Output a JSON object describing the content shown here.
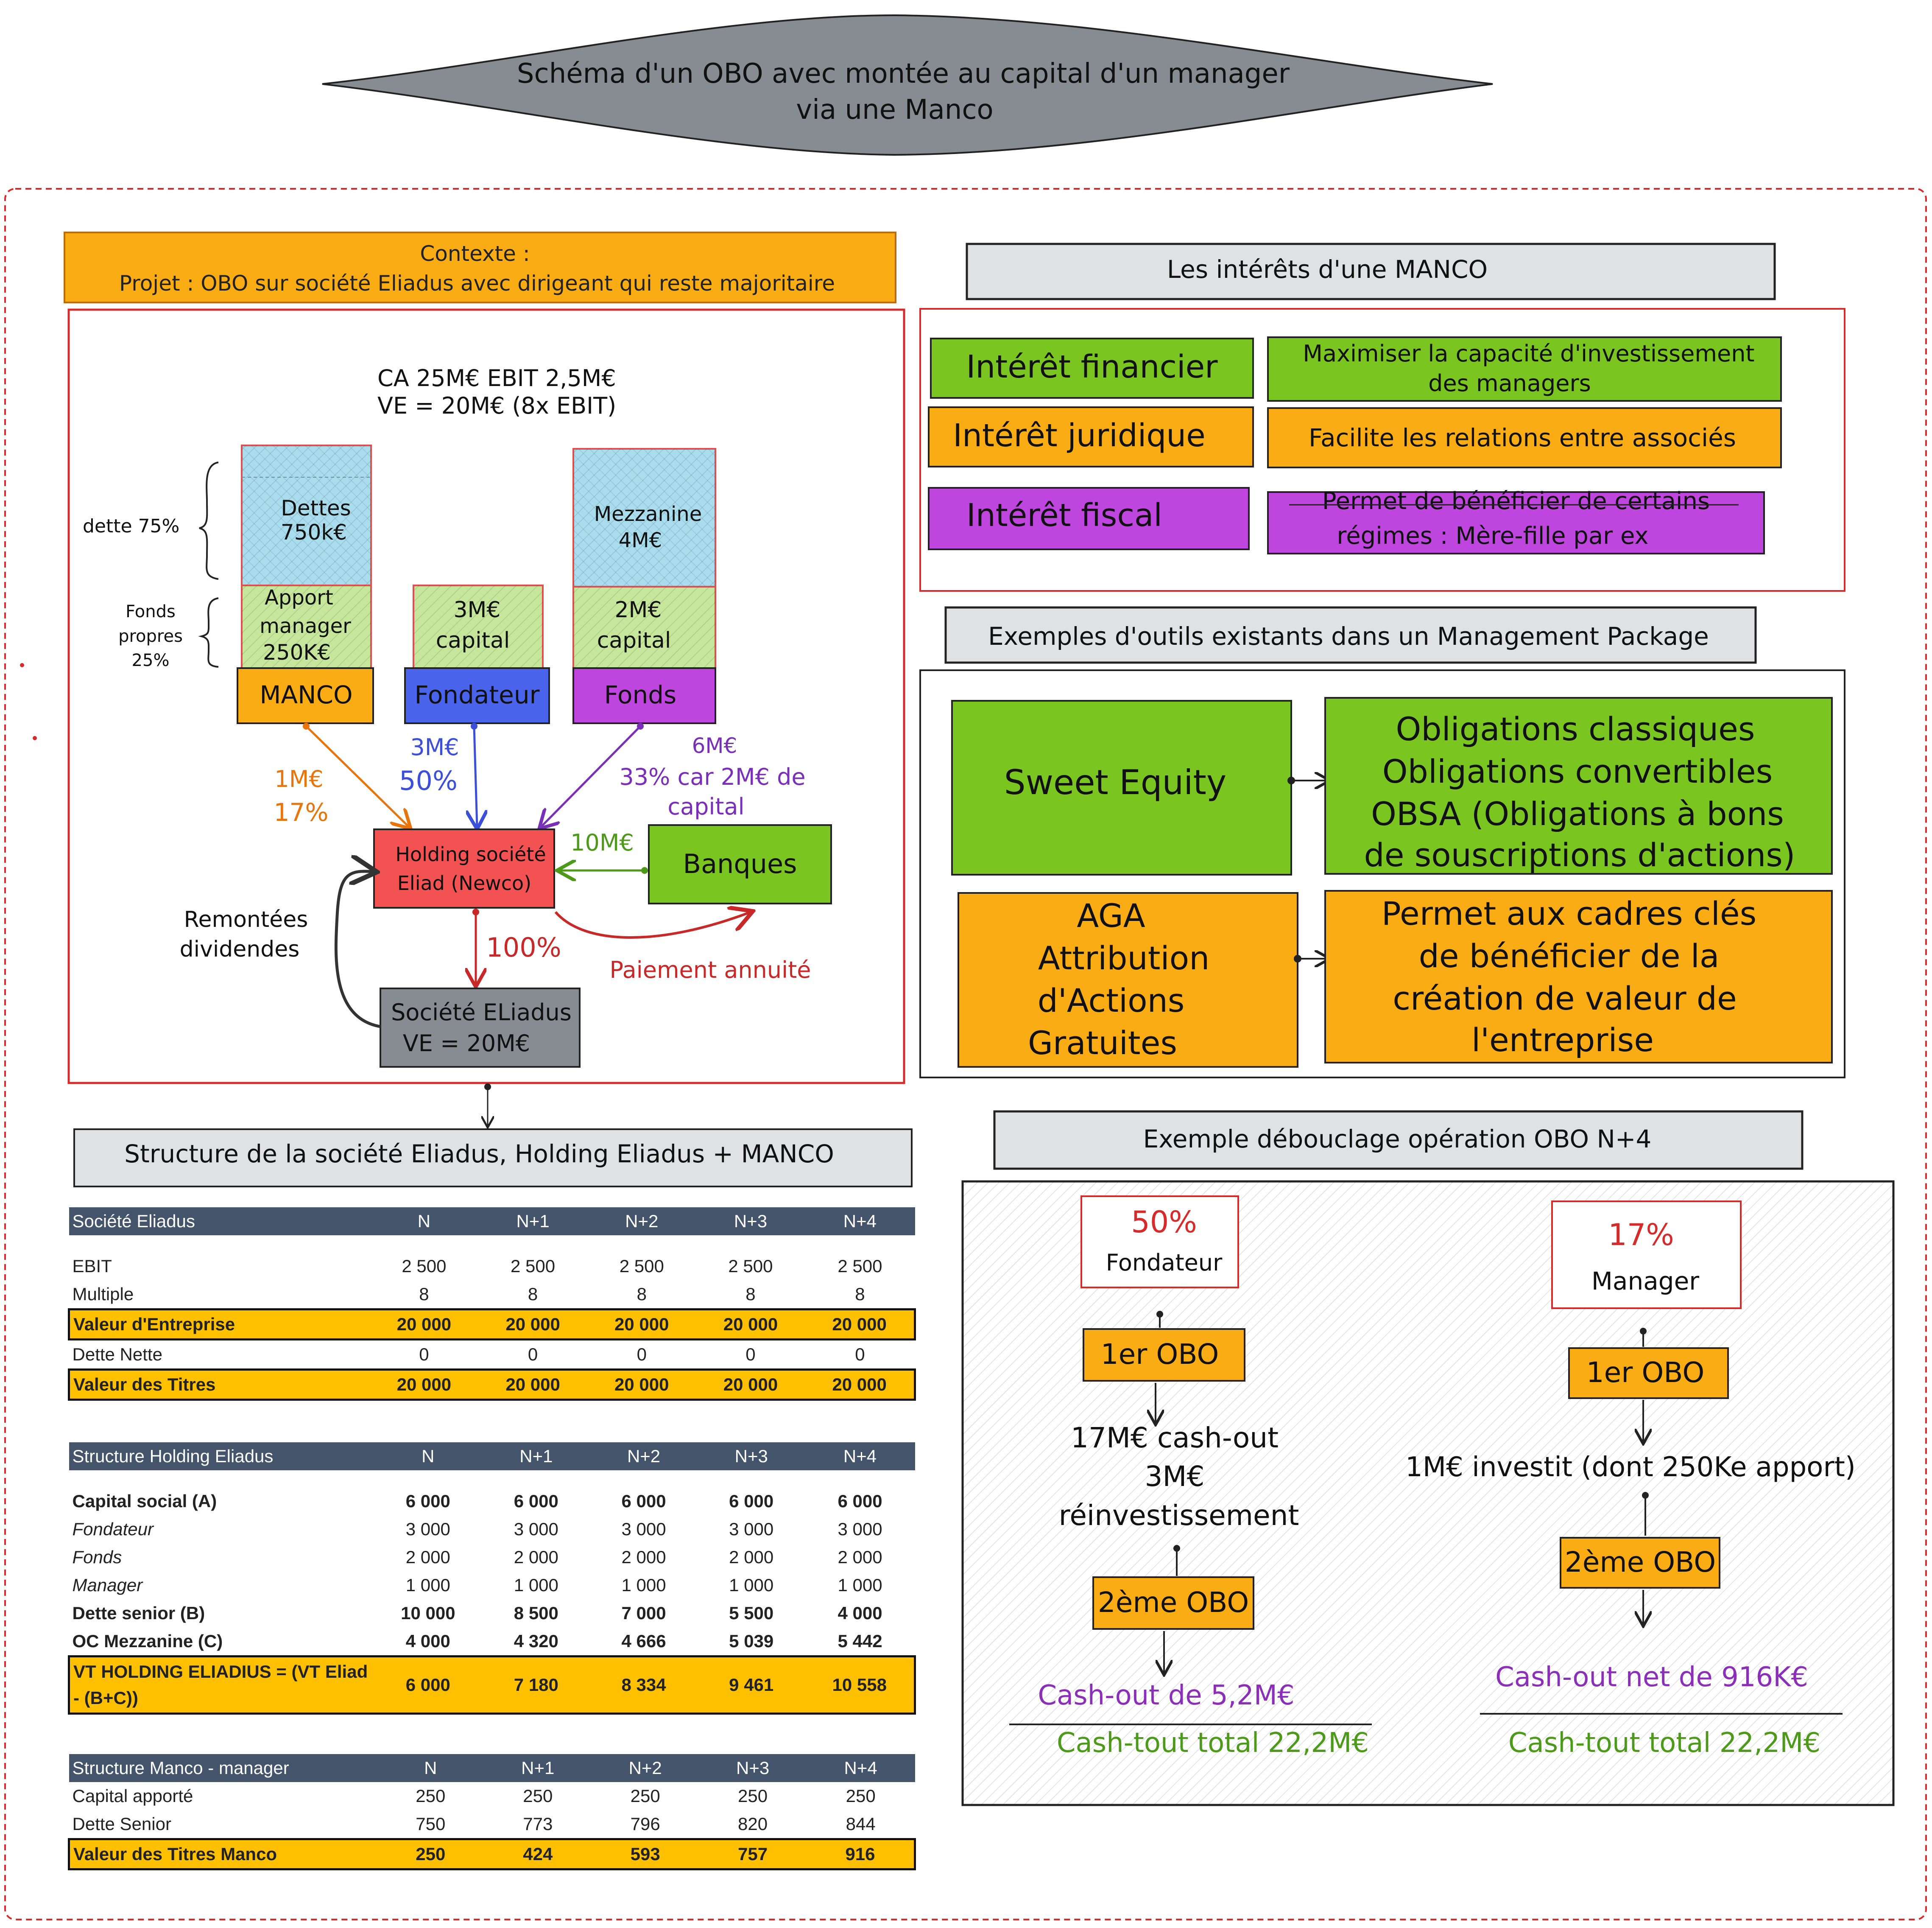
{
  "title": {
    "line1": "Schéma d'un OBO avec montée au capital d'un manager",
    "line2": "via une Manco"
  },
  "context": {
    "line1": "Contexte :",
    "line2": "Projet : OBO sur société Eliadus avec dirigeant qui reste majoritaire"
  },
  "diagram": {
    "ca_line": "CA 25M€ EBIT 2,5M€",
    "ve_line": "VE = 20M€ (8x EBIT)",
    "dette_label": "dette 75%",
    "fonds_propres": [
      "Fonds",
      "propres",
      "25%"
    ],
    "manco_debt": [
      "Dettes",
      "750k€"
    ],
    "manco_equity": [
      "Apport",
      "manager",
      "250K€"
    ],
    "manco": "MANCO",
    "fondateur_capital": [
      "3M€",
      "capital"
    ],
    "fondateur": "Fondateur",
    "mezzanine": [
      "Mezzanine",
      "4M€"
    ],
    "fonds_capital": [
      "2M€",
      "capital"
    ],
    "fonds": "Fonds",
    "manco_flow": [
      "1M€",
      "17%"
    ],
    "fondateur_flow": [
      "3M€",
      "50%"
    ],
    "fonds_flow": [
      "6M€",
      "33% car 2M€ de",
      "capital"
    ],
    "holding": [
      "Holding société",
      "Eliad (Newco)"
    ],
    "bank_flow": "10M€",
    "banques": "Banques",
    "remontees": [
      "Remontées",
      "dividendes"
    ],
    "pct_100": "100%",
    "paiement": "Paiement annuité",
    "societe": [
      "Société ELiadus",
      "VE = 20M€"
    ]
  },
  "interets": {
    "header": "Les intérêts d'une MANCO",
    "rows": [
      {
        "left": "Intérêt financier",
        "right": [
          "Maximiser la capacité d'investissement",
          "des managers"
        ]
      },
      {
        "left": "Intérêt juridique",
        "right": [
          "Facilite les relations entre associés"
        ]
      },
      {
        "left": "Intérêt fiscal",
        "right": [
          "Permet de bénéficier de certains",
          "régimes : Mère-fille par ex"
        ]
      }
    ]
  },
  "outils": {
    "header": "Exemples d'outils existants dans un Management Package",
    "sweet": "Sweet Equity",
    "obligations": [
      "Obligations classiques",
      "Obligations convertibles",
      "OBSA (Obligations à bons",
      "de souscriptions d'actions)"
    ],
    "aga": [
      "AGA",
      "Attribution",
      "d'Actions",
      "Gratuites"
    ],
    "permet": [
      "Permet aux cadres clés",
      "de bénéficier de la",
      "création de valeur de",
      "l'entreprise"
    ]
  },
  "debouclage": {
    "header": "Exemple débouclage opération OBO N+4",
    "fondateur": {
      "pct": "50%",
      "name": "Fondateur",
      "obo1": "1er OBO",
      "text": [
        "17M€ cash-out",
        "3M€",
        "réinvestissement"
      ],
      "obo2": "2ème OBO",
      "cashout": "Cash-out de 5,2M€",
      "total": "Cash-tout total 22,2M€"
    },
    "manager": {
      "pct": "17%",
      "name": "Manager",
      "obo1": "1er OBO",
      "text": "1M€ investit (dont 250Ke apport)",
      "obo2": "2ème OBO",
      "cashout": "Cash-out net de 916K€",
      "total": "Cash-tout total 22,2M€"
    }
  },
  "structure_header": "Structure de la société Eliadus, Holding Eliadus + MANCO",
  "tables": {
    "societe": {
      "header": [
        "Société Eliadus",
        "N",
        "N+1",
        "N+2",
        "N+3",
        "N+4"
      ],
      "rows": [
        {
          "label": "EBIT",
          "v": [
            "2 500",
            "2 500",
            "2 500",
            "2 500",
            "2 500"
          ]
        },
        {
          "label": "Multiple",
          "v": [
            "8",
            "8",
            "8",
            "8",
            "8"
          ]
        },
        {
          "label": "Valeur d'Entreprise",
          "v": [
            "20 000",
            "20 000",
            "20 000",
            "20 000",
            "20 000"
          ]
        },
        {
          "label": "Dette Nette",
          "v": [
            "0",
            "0",
            "0",
            "0",
            "0"
          ]
        },
        {
          "label": "Valeur des Titres",
          "v": [
            "20 000",
            "20 000",
            "20 000",
            "20 000",
            "20 000"
          ]
        }
      ]
    },
    "holding": {
      "header": [
        "Structure Holding Eliadus",
        "N",
        "N+1",
        "N+2",
        "N+3",
        "N+4"
      ],
      "rows": [
        {
          "label": "Capital social (A)",
          "v": [
            "6 000",
            "6 000",
            "6 000",
            "6 000",
            "6 000"
          ]
        },
        {
          "label": "Fondateur",
          "v": [
            "3 000",
            "3 000",
            "3 000",
            "3 000",
            "3 000"
          ]
        },
        {
          "label": "Fonds",
          "v": [
            "2 000",
            "2 000",
            "2 000",
            "2 000",
            "2 000"
          ]
        },
        {
          "label": "Manager",
          "v": [
            "1 000",
            "1 000",
            "1 000",
            "1 000",
            "1 000"
          ]
        },
        {
          "label": "Dette senior (B)",
          "v": [
            "10 000",
            "8 500",
            "7 000",
            "5 500",
            "4 000"
          ]
        },
        {
          "label": "OC Mezzanine (C)",
          "v": [
            "4 000",
            "4 320",
            "4 666",
            "5 039",
            "5 442"
          ]
        },
        {
          "label": "VT HOLDING ELIADIUS = (VT Eliad - (B+C))",
          "v": [
            "6 000",
            "7 180",
            "8 334",
            "9 461",
            "10 558"
          ]
        }
      ]
    },
    "manco": {
      "header": [
        "Structure Manco - manager",
        "N",
        "N+1",
        "N+2",
        "N+3",
        "N+4"
      ],
      "rows": [
        {
          "label": "Capital apporté",
          "v": [
            "250",
            "250",
            "250",
            "250",
            "250"
          ]
        },
        {
          "label": "Dette Senior",
          "v": [
            "750",
            "773",
            "796",
            "820",
            "844"
          ]
        },
        {
          "label": "Valeur des Titres Manco",
          "v": [
            "250",
            "424",
            "593",
            "757",
            "916"
          ]
        }
      ]
    }
  },
  "colors": {
    "green": "#7ac520",
    "orange": "#f9ac14",
    "purple": "#be46de",
    "blue": "#4a63eb",
    "red": "#f25252",
    "grey": "#878c93",
    "navy": "#44546a",
    "yellow": "#ffc000"
  }
}
